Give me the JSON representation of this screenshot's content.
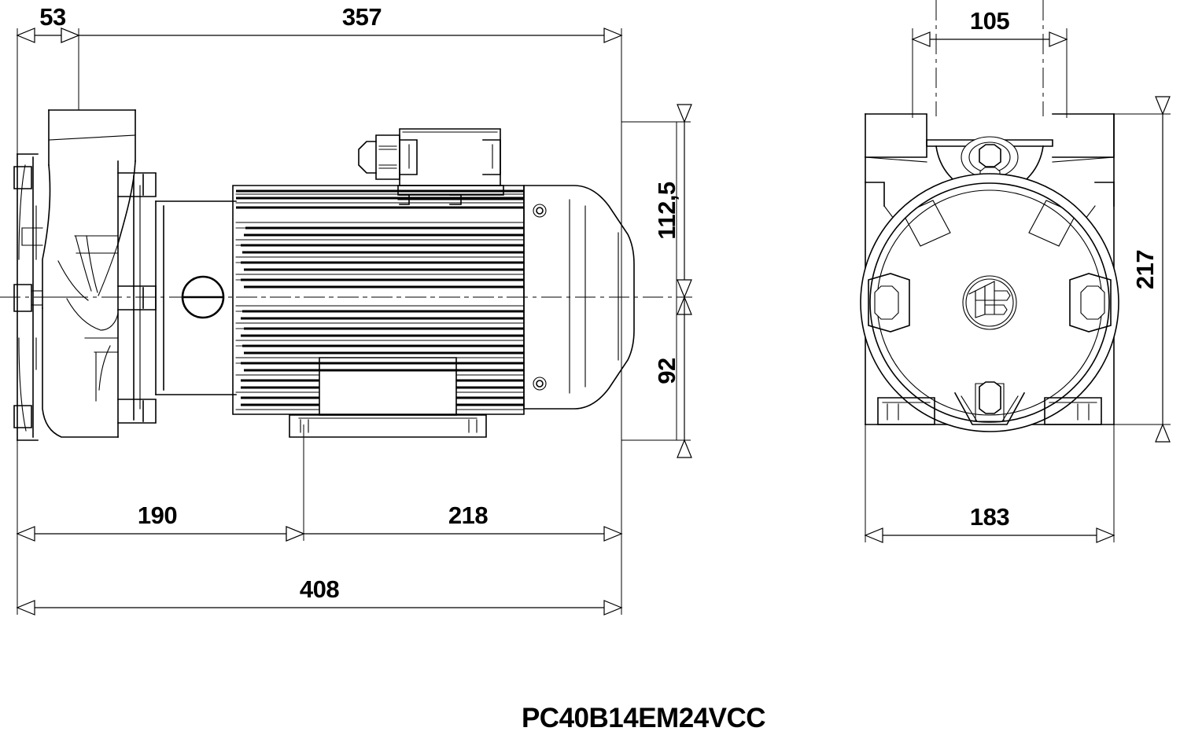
{
  "drawing": {
    "title": "PC40B14EM24VCC",
    "type": "engineering-dimension-drawing",
    "subject": "close-coupled centrifugal pump with electric motor",
    "units": "mm",
    "line_color": "#000000",
    "background_color": "#ffffff",
    "views": [
      {
        "name": "side-elevation",
        "position": "left"
      },
      {
        "name": "end-elevation",
        "position": "right"
      }
    ]
  },
  "dimensions": {
    "side_view": [
      {
        "id": "d53",
        "value": "53",
        "orientation": "horizontal",
        "location": "top-left"
      },
      {
        "id": "d357",
        "value": "357",
        "orientation": "horizontal",
        "location": "top"
      },
      {
        "id": "d112_5",
        "value": "112,5",
        "orientation": "vertical",
        "location": "right-upper"
      },
      {
        "id": "d92",
        "value": "92",
        "orientation": "vertical",
        "location": "right-lower"
      },
      {
        "id": "d190",
        "value": "190",
        "orientation": "horizontal",
        "location": "bottom-left"
      },
      {
        "id": "d218",
        "value": "218",
        "orientation": "horizontal",
        "location": "bottom-right"
      },
      {
        "id": "d408",
        "value": "408",
        "orientation": "horizontal",
        "location": "bottom-overall"
      }
    ],
    "end_view": [
      {
        "id": "d105",
        "value": "105",
        "orientation": "horizontal",
        "location": "top"
      },
      {
        "id": "d217",
        "value": "217",
        "orientation": "vertical",
        "location": "right"
      },
      {
        "id": "d183",
        "value": "183",
        "orientation": "horizontal",
        "location": "bottom"
      }
    ]
  },
  "components": {
    "pump_casing": "volute-pump-casing",
    "suction_flange": "suction-flange",
    "discharge_port": "discharge-port",
    "adapter_bracket": "adapter-bracket",
    "motor_body": "finned-motor-body",
    "terminal_box": "terminal-box",
    "cable_gland": "cable-gland",
    "fan_cover": "fan-cover",
    "mounting_foot": "mounting-foot",
    "logo": "manufacturer-logo"
  }
}
